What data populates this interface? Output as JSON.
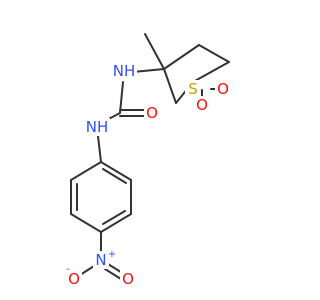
{
  "molecule": {
    "atoms": {
      "nh_upper": "NH",
      "nh_lower": "NH",
      "o_carbonyl": "O",
      "s": "S",
      "o_sulfonyl_1": "O",
      "o_sulfonyl_2": "O",
      "n_nitro": "N",
      "n_nitro_charge": "+",
      "o_nitro_minus": "O",
      "o_nitro_minus_charge": "-",
      "o_nitro_double": "O"
    },
    "colors": {
      "nitrogen": "#3050F8",
      "oxygen": "#FF0D0D",
      "sulfur": "#C8A000",
      "carbon_bond": "#333333"
    }
  }
}
